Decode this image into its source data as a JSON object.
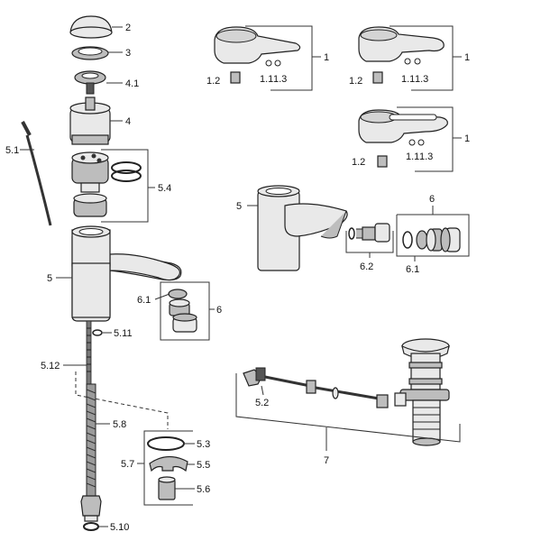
{
  "labels": {
    "l2": "2",
    "l3": "3",
    "l41": "4.1",
    "l4": "4",
    "l51": "5.1",
    "l54": "5.4",
    "l5a": "5",
    "l61a": "6.1",
    "l6a": "6",
    "l511": "5.11",
    "l512": "5.12",
    "l58": "5.8",
    "l53": "5.3",
    "l57": "5.7",
    "l55": "5.5",
    "l56": "5.6",
    "l510": "5.10",
    "r1a": "1",
    "r12a": "1.2",
    "r11a": "1.1",
    "r13a": "1.3",
    "r1b": "1",
    "r12b": "1.2",
    "r11b": "1.1",
    "r13b": "1.3",
    "r1c": "1",
    "r12c": "1.2",
    "r11c": "1.1",
    "r13c": "1.3",
    "r5": "5",
    "r6": "6",
    "r62": "6.2",
    "r61": "6.1",
    "r52": "5.2",
    "r7": "7"
  }
}
